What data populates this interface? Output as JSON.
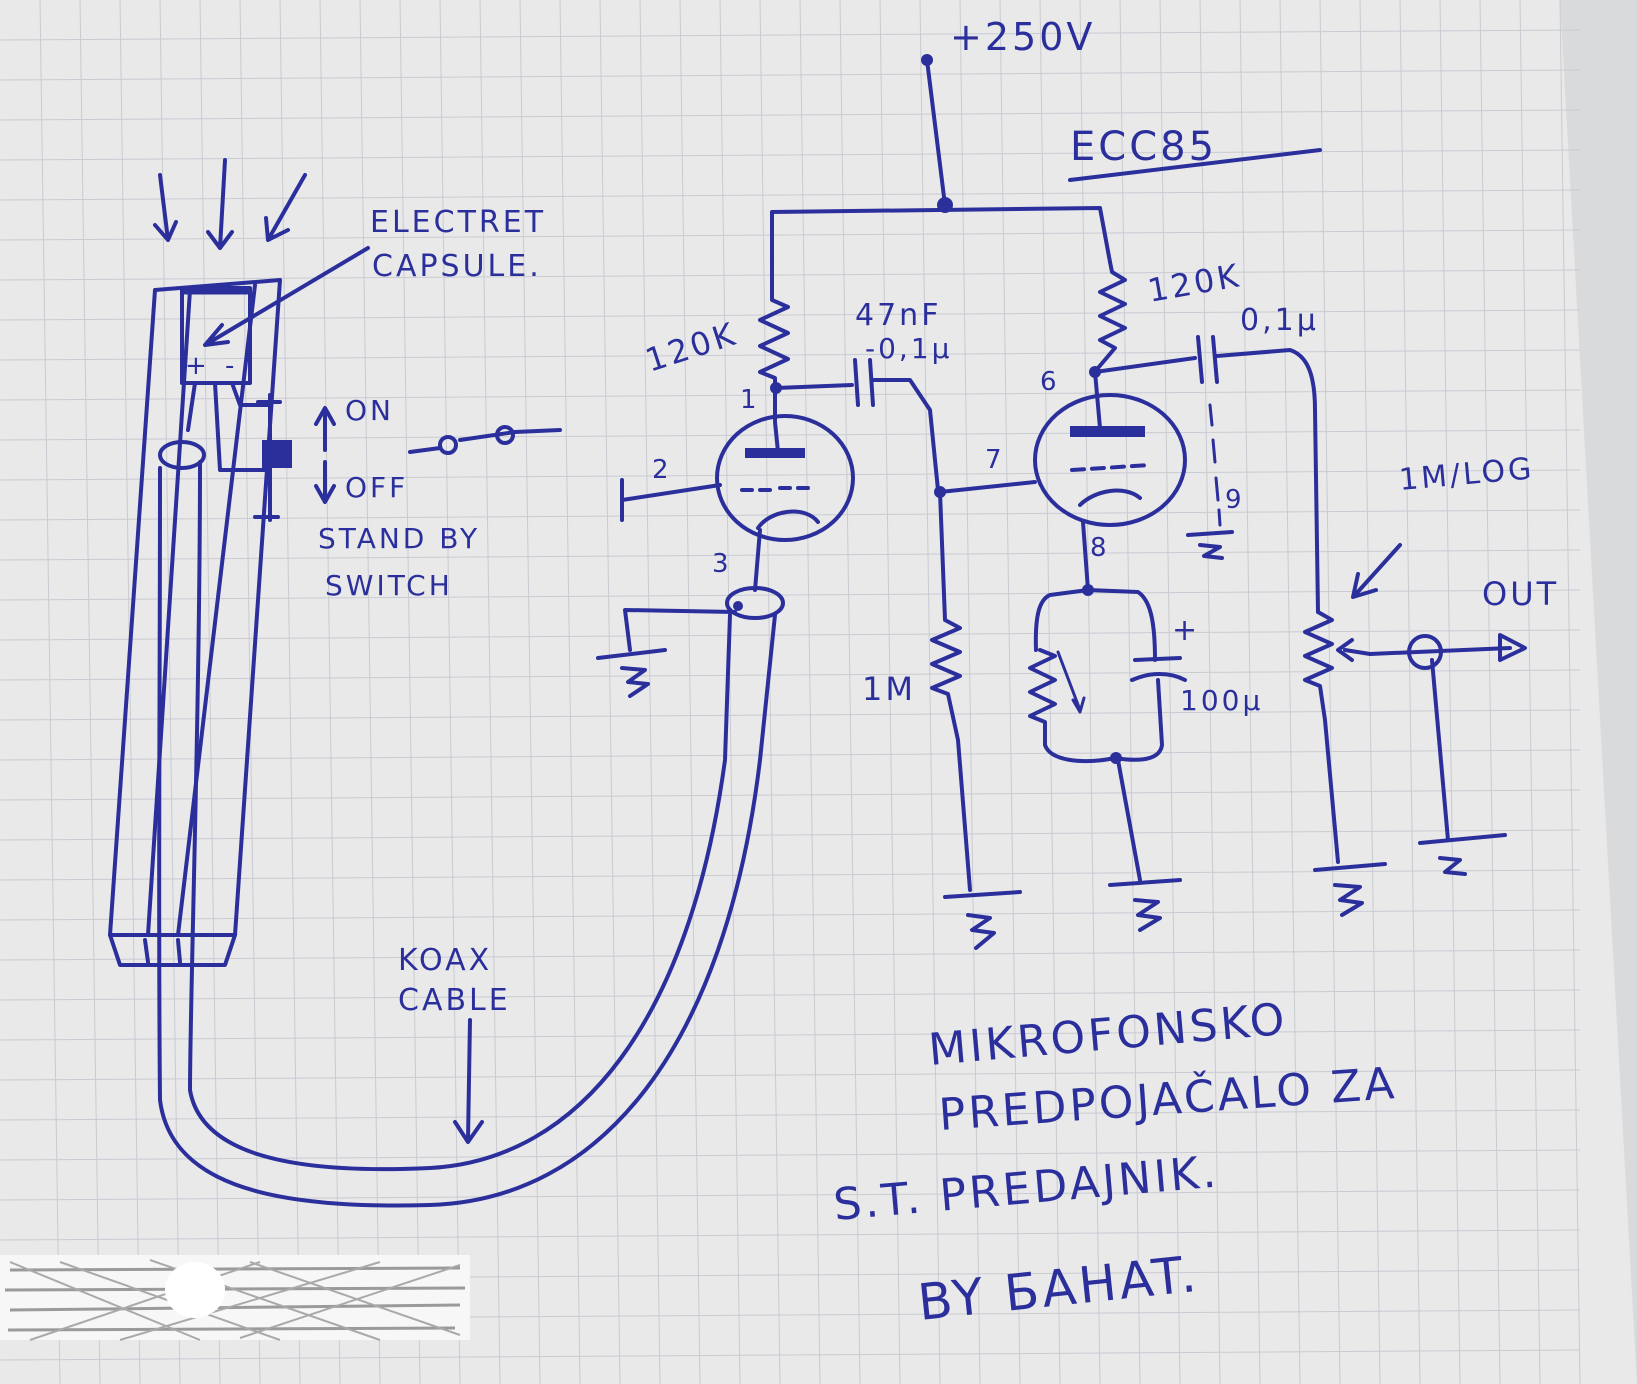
{
  "supply": {
    "label": "+250V"
  },
  "tube": {
    "label": "ECC85"
  },
  "mic": {
    "capsule_label": [
      "ELECTRET",
      "CAPSULE."
    ],
    "plus": "+",
    "minus": "-"
  },
  "switch": {
    "on": "ON",
    "off": "OFF",
    "caption": [
      "STAND BY",
      "SWITCH"
    ]
  },
  "cable": {
    "label": [
      "KOAX",
      "CABLE"
    ]
  },
  "components": {
    "r_plate1": "120K",
    "c_coupling1": "47nF",
    "c_coupling1_alt": "-0,1μ",
    "r_grid2": "1M",
    "r_plate2": "120K",
    "c_coupling2": "0,1μ",
    "c_cathode": "100μ",
    "c_cathode_plus": "+",
    "pot": "1M/LOG",
    "out": "OUT"
  },
  "pins": {
    "p1": "1",
    "p2": "2",
    "p3": "3",
    "p6": "6",
    "p7": "7",
    "p8": "8",
    "p9": "9"
  },
  "title": [
    "MIKROFONSKO",
    "PREDPOJAČALO ZA",
    "S.T. PREDAJNIK.",
    "BY БAHAT."
  ],
  "colors": {
    "ink": "#2b2f9c",
    "paper": "#eaeaeb"
  }
}
